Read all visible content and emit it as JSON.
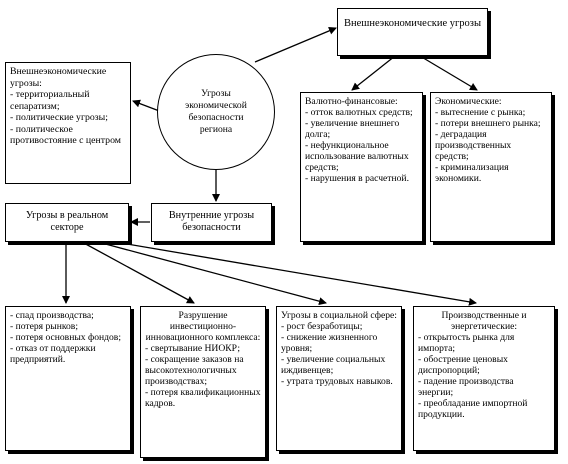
{
  "nodes": {
    "center": {
      "lines": [
        "Угрозы",
        "экономической",
        "безопасности",
        "региона"
      ]
    },
    "external": {
      "title": "Внешнеэкономические угрозы"
    },
    "internal_political": {
      "title": "Внешнеэкономические угрозы:",
      "items": [
        "- территориальный сепаратизм;",
        "- политические угрозы;",
        "- политическое противостояние с центром"
      ]
    },
    "internal": {
      "title": "Внутренние угрозы безопасности"
    },
    "real_sector": {
      "title": "Угрозы в реальном секторе"
    },
    "currency": {
      "title": "Валютно-финансовые:",
      "items": [
        "- отток валютных средств;",
        "- увеличение внешнего долга;",
        "- нефункциональное использование валютных средств;",
        "- нарушения в расчетной."
      ]
    },
    "economic": {
      "title": "Экономические:",
      "items": [
        "- вытеснение с рынка;",
        "- потери внешнего рынка;",
        "- деградация производственных средств;",
        "- криминализация экономики."
      ]
    },
    "production": {
      "items": [
        "- спад производства;",
        "- потеря рынков;",
        "- потеря основных фондов;",
        "- отказ от поддержки предприятий."
      ]
    },
    "innovation": {
      "title": "Разрушение инвестиционно-инновационного комплекса:",
      "items": [
        "- свертывание НИОКР;",
        "- сокращение заказов на высокотехнологичных производствах;",
        "- потеря квалификационных кадров."
      ]
    },
    "social": {
      "title": "Угрозы в социальной сфере:",
      "items": [
        "- рост безработицы;",
        "- снижение жизненного уровня;",
        "- увеличение социальных иждивенцев;",
        "- утрата трудовых навыков."
      ]
    },
    "energy": {
      "title": "Производственные и энергетические:",
      "items": [
        "- открытость рынка для импорта;",
        "- обострение ценовых диспропорций;",
        "- падение производства энергии;",
        "- преобладание импортной продукции."
      ]
    }
  }
}
